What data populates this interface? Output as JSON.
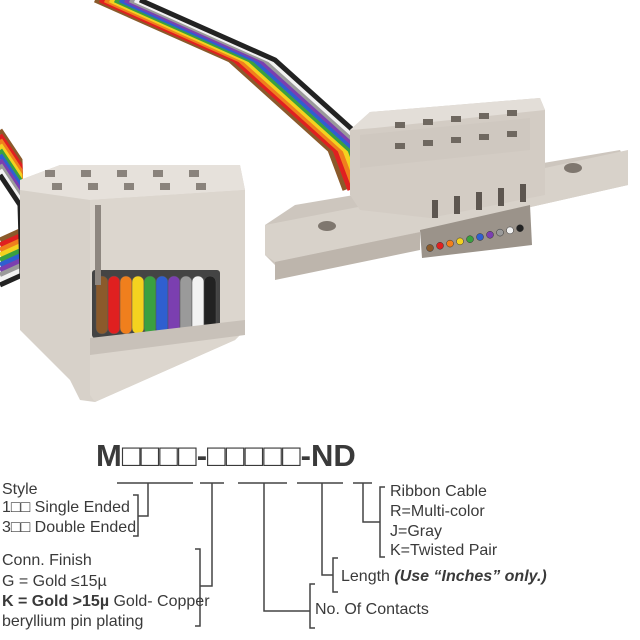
{
  "part_number": "M□□□□-□□□□□-ND",
  "style": {
    "heading": "Style",
    "options": [
      "1□□ Single Ended",
      "3□□ Double Ended"
    ]
  },
  "finish": {
    "heading": "Conn. Finish",
    "g": "G = Gold ≤15µ",
    "k_bold": "K = Gold >15µ",
    "k_rest": " Gold- Copper",
    "k_line2": "beryllium pin plating"
  },
  "contacts": "No. Of Contacts",
  "length": {
    "label": "Length ",
    "note": "(Use “Inches” only.)"
  },
  "ribbon": {
    "heading": "Ribbon Cable",
    "options": [
      "R=Multi-color",
      "J=Gray",
      "K=Twisted Pair"
    ]
  },
  "colors": {
    "housing": "#d9d3cc",
    "wires": [
      "#8b5a2b",
      "#e02020",
      "#f07f1d",
      "#f4d21f",
      "#3aa040",
      "#2f5fd0",
      "#7b3fb0",
      "#9a9a9a",
      "#f2f2f2",
      "#222222"
    ]
  }
}
